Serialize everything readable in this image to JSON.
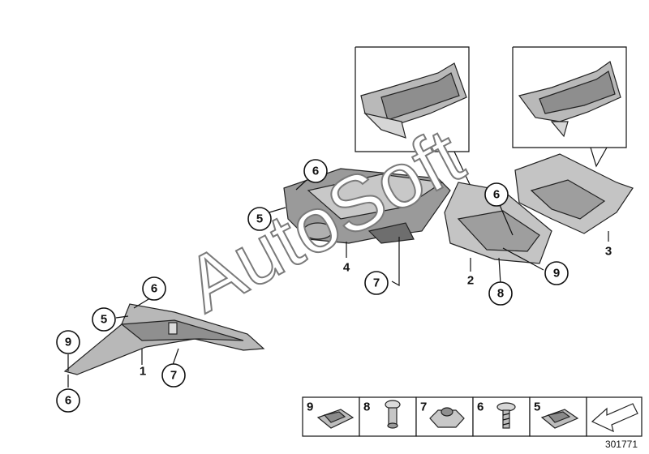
{
  "diagram": {
    "watermark": "AutoSoft",
    "reference_number": "301771",
    "callouts": {
      "c6_right_top": "6",
      "c5_right": "5",
      "c7_mid": "7",
      "c6_mid_right": "6",
      "c9_right": "9",
      "c8_right": "8",
      "c6_left_top": "6",
      "c5_left": "5",
      "c9_left": "9",
      "c6_left_bottom": "6",
      "c7_left": "7"
    },
    "part_labels": {
      "part1": "1",
      "part2": "2",
      "part3": "3",
      "part4": "4"
    },
    "legend": [
      {
        "number": "9",
        "icon": "clip-nut-icon"
      },
      {
        "number": "8",
        "icon": "expanding-rivet-icon"
      },
      {
        "number": "7",
        "icon": "hex-nut-icon"
      },
      {
        "number": "6",
        "icon": "screw-icon"
      },
      {
        "number": "5",
        "icon": "spring-nut-icon"
      },
      {
        "number": "",
        "icon": "arrow-direction-icon"
      }
    ]
  }
}
